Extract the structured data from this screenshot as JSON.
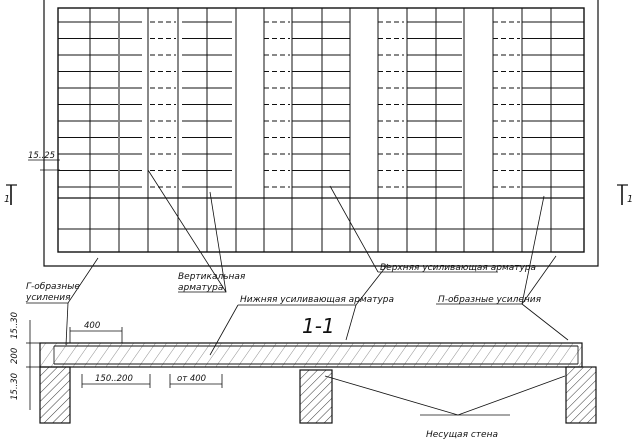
{
  "section_mark": "1",
  "section_title": "1-1",
  "labels": {
    "step_plan": "15..25",
    "g_reinforcement_1": "Г-образные",
    "g_reinforcement_2": "усиления",
    "vertical_rebar_1": "Вертикальная",
    "vertical_rebar_2": "арматура",
    "top_rebar": "Верхняя усиливающая арматура",
    "bottom_rebar": "Нижняя усиливающая арматура",
    "p_reinforcement": "П-образные усиления",
    "bearing_wall": "Несущая стена"
  },
  "dimensions": {
    "d400_top": "400",
    "d15_30_top": "15..30",
    "d200": "200",
    "d15_30_bottom": "15..30",
    "d150_200": "150..200",
    "d_from400": "от 400"
  }
}
